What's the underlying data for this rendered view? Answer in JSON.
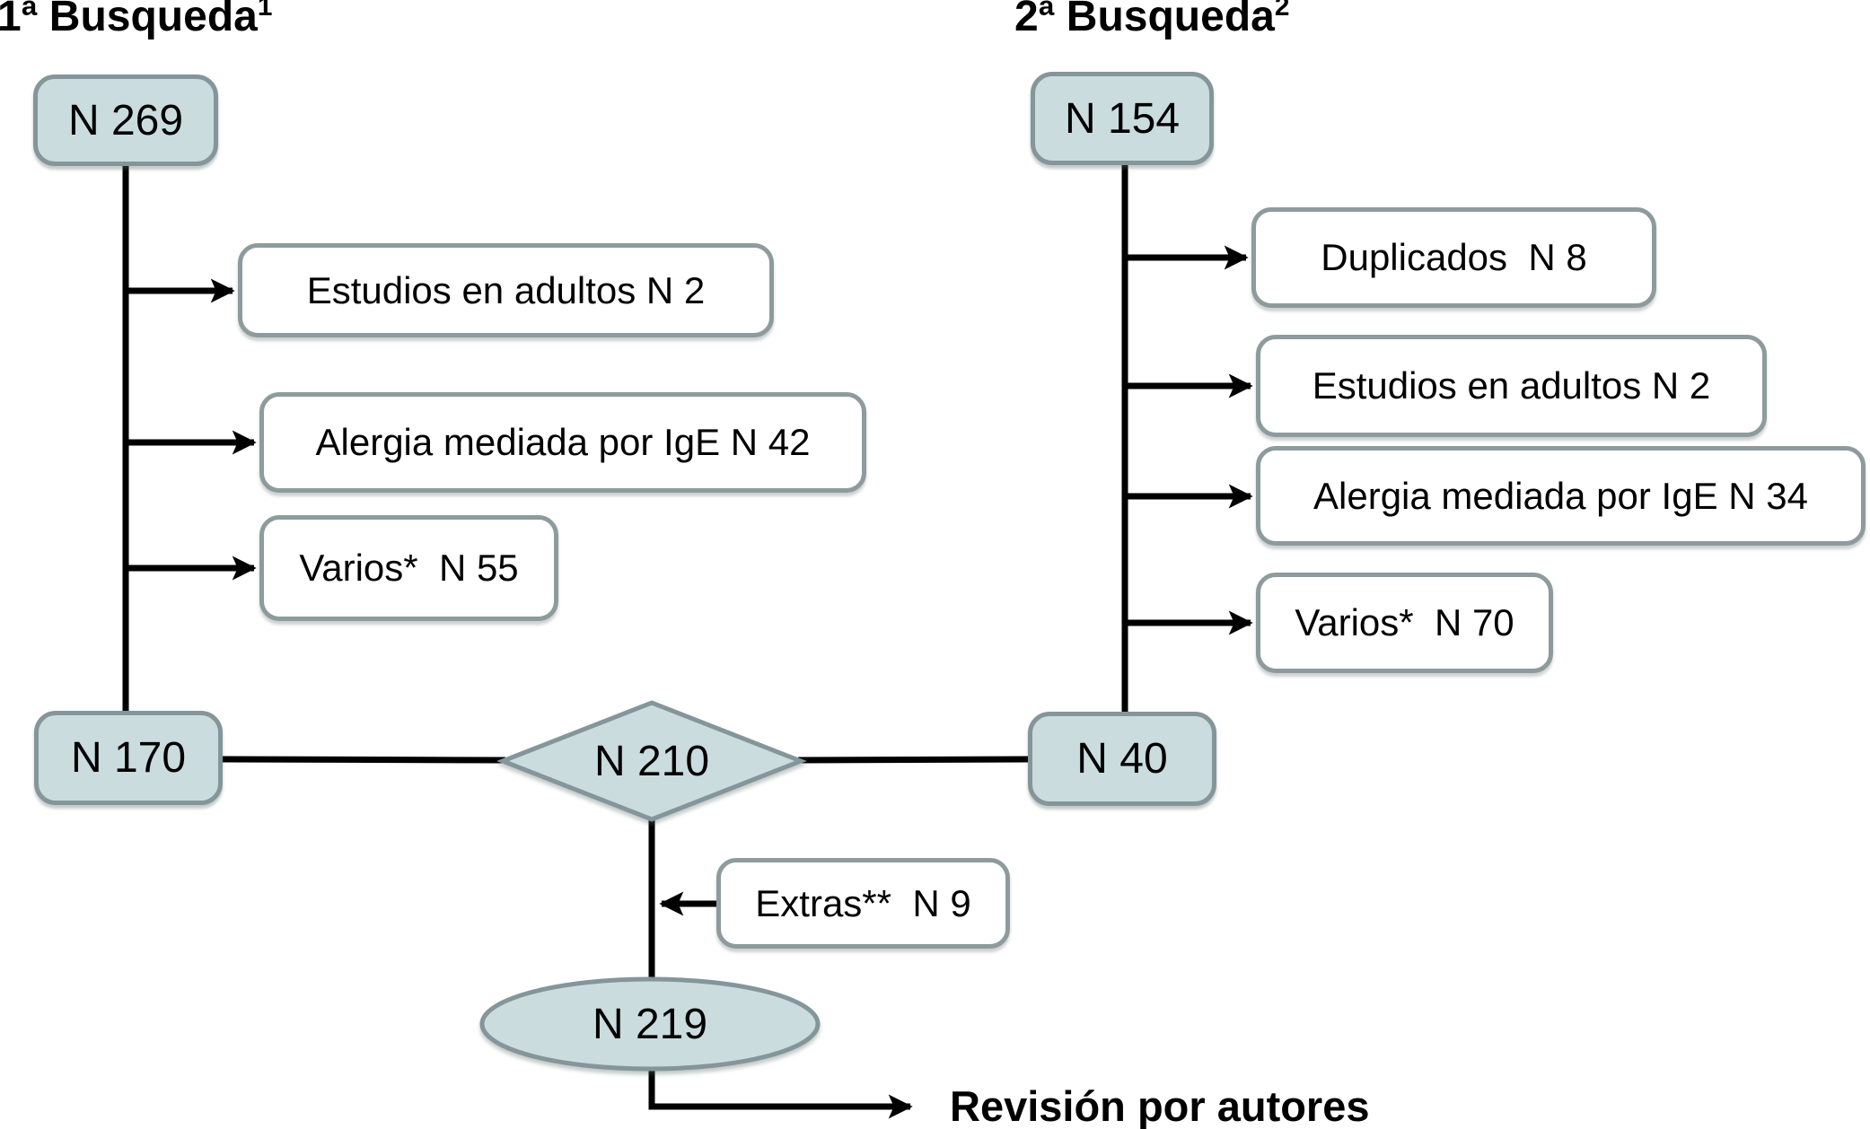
{
  "titles": {
    "left": {
      "text": "1ª Busqueda",
      "sup": "1"
    },
    "right": {
      "text": "2ª Busqueda",
      "sup": "2"
    }
  },
  "nodes": {
    "search1_total": "N 269",
    "search2_total": "N 154",
    "search1_remaining": "N 170",
    "search2_remaining": "N 40",
    "combined": "N 210",
    "final_total": "N 219"
  },
  "exclusions_left": [
    "Estudios en adultos N 2",
    "Alergia mediada por IgE N 42",
    "Varios*  N 55"
  ],
  "exclusions_right": [
    "Duplicados  N 8",
    "Estudios en adultos N 2",
    "Alergia mediada por IgE N 34",
    "Varios*  N 70"
  ],
  "extras_label": "Extras**  N 9",
  "final_label": "Revisión por autores",
  "colors": {
    "node_fill": "#cadcdd",
    "node_border": "#84969a",
    "exclusion_border": "#8e9b9d",
    "connector": "#000000",
    "text": "#000000",
    "background": "#ffffff"
  }
}
